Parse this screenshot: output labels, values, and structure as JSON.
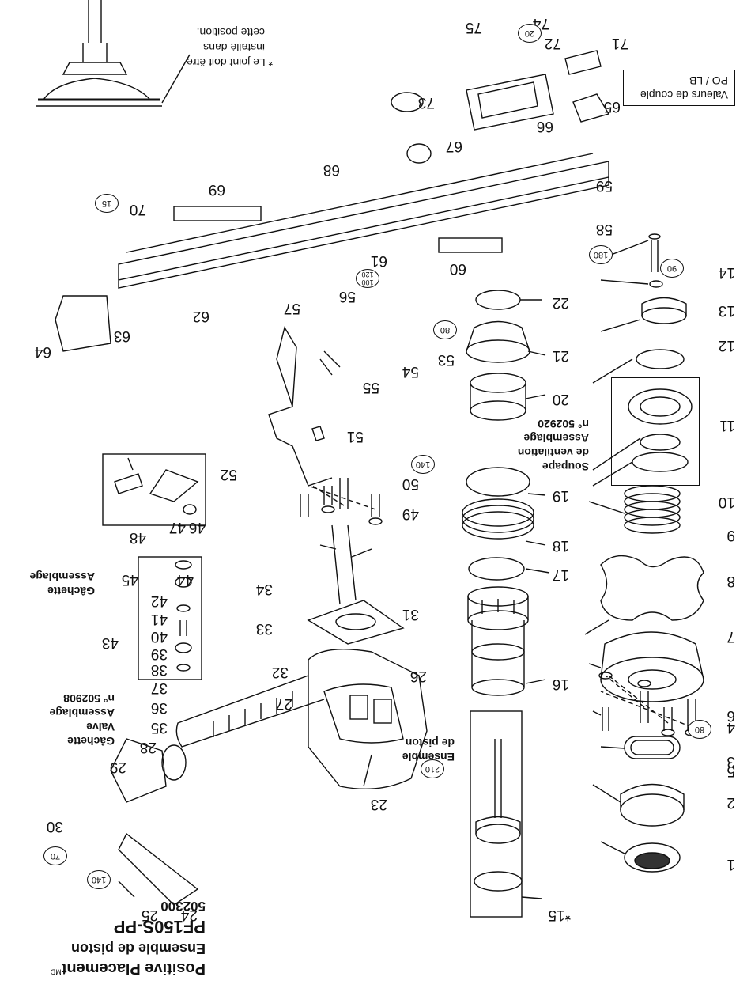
{
  "title": {
    "line1": "Positive Placement",
    "line1_mark": "MD",
    "line2": "Ensemble de piston",
    "model": "PF150S-PP",
    "part_no": "502300"
  },
  "note": {
    "line1": "* Le joint doit être",
    "line2": "installé dans",
    "line3": "cette position."
  },
  "torque_box": {
    "line1": "Valeurs de couple",
    "line2": "PO / LB"
  },
  "assemblies": {
    "piston": {
      "line1": "Ensemble",
      "line2": "de piston"
    },
    "exhaust_valve": {
      "line1": "Soupape",
      "line2": "de ventilation",
      "line3": "Assemblage",
      "line4": "n° 502920"
    },
    "trigger_valve": {
      "line1": "Gâchette",
      "line2": "Valve",
      "line3": "Assemblage",
      "line4": "n° 502908"
    },
    "trigger": {
      "line1": "Gâchette",
      "line2": "Assemblage"
    }
  },
  "part_numbers": [
    "1",
    "2",
    "3",
    "4",
    "5",
    "6",
    "7",
    "8",
    "9",
    "10",
    "11",
    "12",
    "13",
    "14",
    "*15",
    "16",
    "17",
    "18",
    "19",
    "20",
    "21",
    "22",
    "23",
    "24",
    "25",
    "26",
    "27",
    "28",
    "29",
    "30",
    "31",
    "32",
    "33",
    "34",
    "35",
    "36",
    "37",
    "38",
    "39",
    "40",
    "41",
    "42",
    "43",
    "44",
    "45",
    "46",
    "47",
    "48",
    "49",
    "50",
    "51",
    "52",
    "53",
    "54",
    "55",
    "56",
    "57",
    "58",
    "59",
    "60",
    "61",
    "62",
    "63",
    "64",
    "65",
    "66",
    "67",
    "68",
    "69",
    "70",
    "71",
    "72",
    "73",
    "74",
    "75"
  ],
  "torque_values": {
    "t4": "80",
    "t14": "90",
    "t15": "210",
    "t25": "140",
    "t30": "70",
    "t50": "140",
    "t53": "80",
    "t58": "180",
    "t61": "100\n120",
    "t70": "15",
    "t74": "20"
  }
}
